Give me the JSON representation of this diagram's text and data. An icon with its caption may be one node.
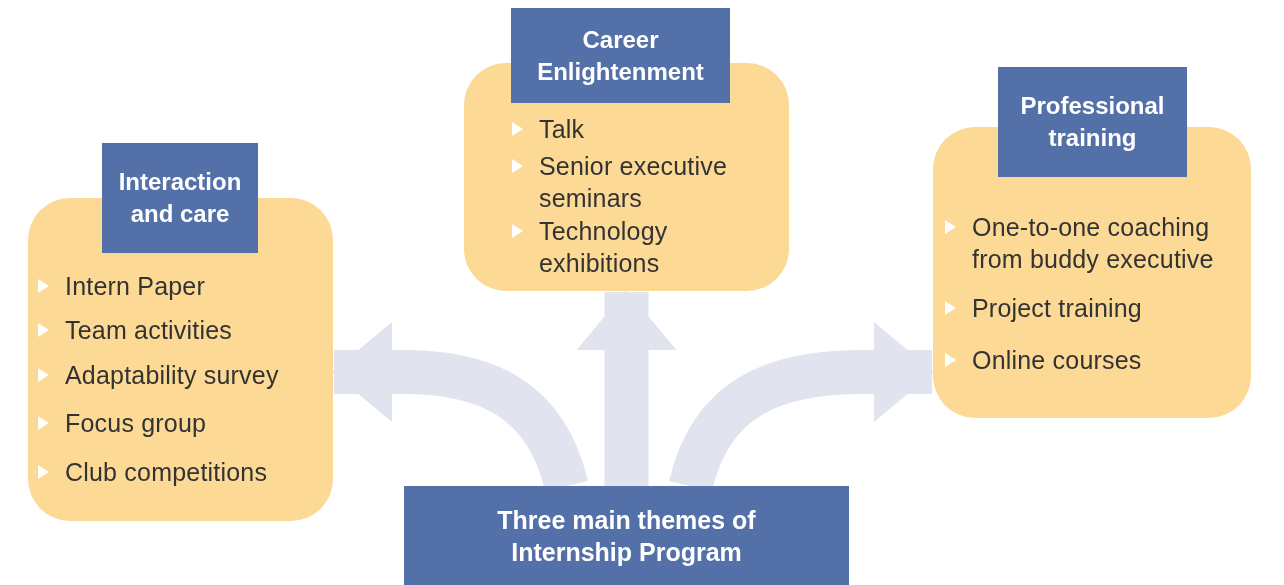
{
  "diagram": {
    "nodes": [
      {
        "text": [
          "Three main themes of Internship Program"
        ]
      },
      {
        "text": [
          "Interaction and care",
          "Intern Paper",
          "Team activities",
          "Adaptability survey",
          "Focus group",
          "Club competitions"
        ]
      },
      {
        "text": [
          "Career Enlightenment",
          "Talk",
          "Senior executive seminars",
          "Technology exhibitions"
        ]
      },
      {
        "text": [
          "Professional training",
          "One-to-one coaching from buddy executive",
          "Project training",
          "Online courses"
        ]
      }
    ],
    "edges": [
      {
        "from": 0,
        "to": 1,
        "arrow": "to"
      },
      {
        "from": 0,
        "to": 2,
        "arrow": "to"
      },
      {
        "from": 0,
        "to": 3,
        "arrow": "to"
      }
    ]
  }
}
